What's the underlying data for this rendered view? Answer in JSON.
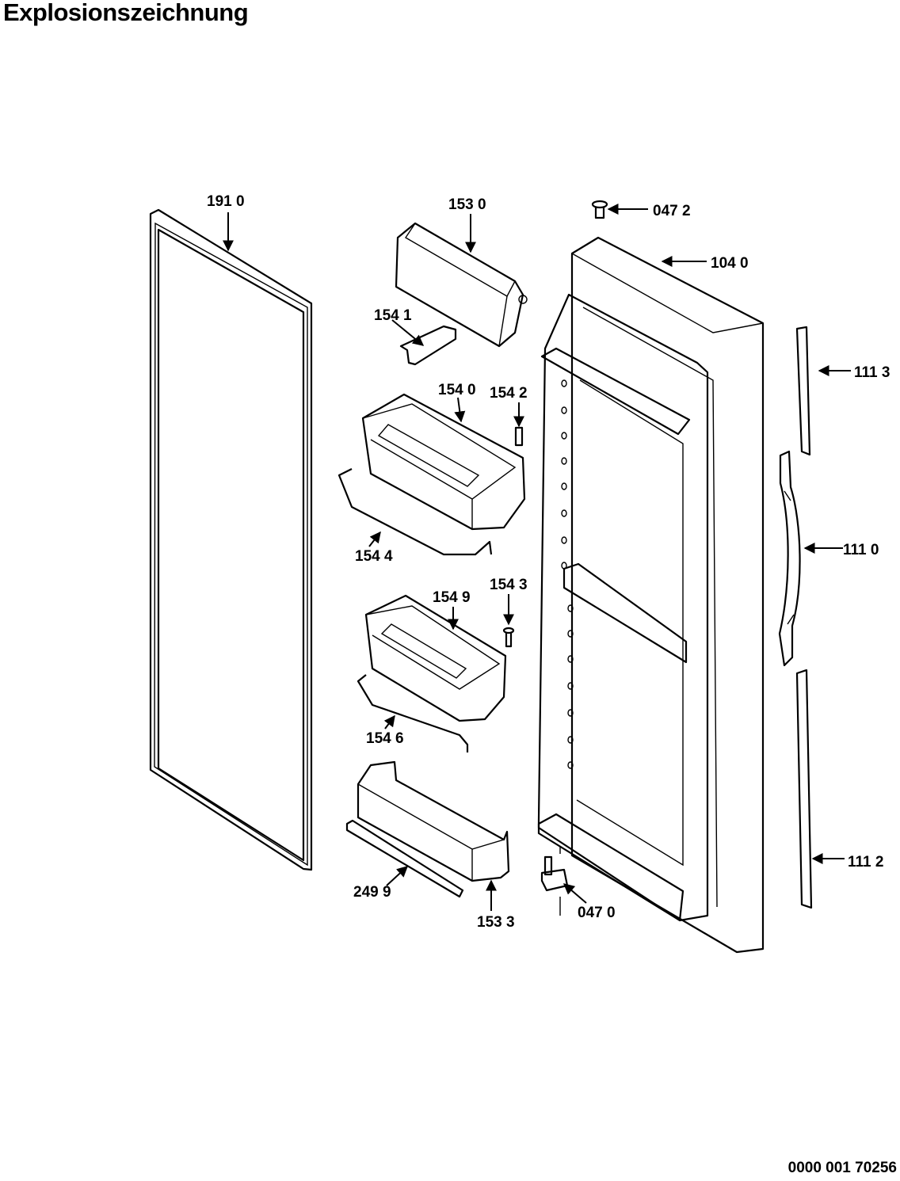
{
  "page": {
    "title": "Explosionszeichnung",
    "doc_number": "0000 001 70256"
  },
  "parts": [
    {
      "id": "191_0",
      "label": "191 0",
      "name": "door-seal-gasket"
    },
    {
      "id": "153_0",
      "label": "153 0",
      "name": "door-compartment-flap"
    },
    {
      "id": "047_2",
      "label": "047 2",
      "name": "upper-hinge-pin"
    },
    {
      "id": "104_0",
      "label": "104 0",
      "name": "door-panel"
    },
    {
      "id": "154_1",
      "label": "154 1",
      "name": "flap-hinge"
    },
    {
      "id": "154_0",
      "label": "154 0",
      "name": "door-bin-upper"
    },
    {
      "id": "154_2",
      "label": "154 2",
      "name": "pin-upper"
    },
    {
      "id": "111_3",
      "label": "111 3",
      "name": "handle-trim-upper"
    },
    {
      "id": "111_0",
      "label": "111 0",
      "name": "door-handle"
    },
    {
      "id": "154_4",
      "label": "154 4",
      "name": "bottle-retainer-upper"
    },
    {
      "id": "154_3",
      "label": "154 3",
      "name": "screw"
    },
    {
      "id": "154_9",
      "label": "154 9",
      "name": "door-bin-middle"
    },
    {
      "id": "154_6",
      "label": "154 6",
      "name": "bottle-retainer-lower"
    },
    {
      "id": "249_9",
      "label": "249 9",
      "name": "shelf-trim-strip"
    },
    {
      "id": "153_3",
      "label": "153 3",
      "name": "bottle-shelf"
    },
    {
      "id": "047_0",
      "label": "047 0",
      "name": "lower-hinge-bracket"
    },
    {
      "id": "111_2",
      "label": "111 2",
      "name": "handle-trim-lower"
    }
  ]
}
